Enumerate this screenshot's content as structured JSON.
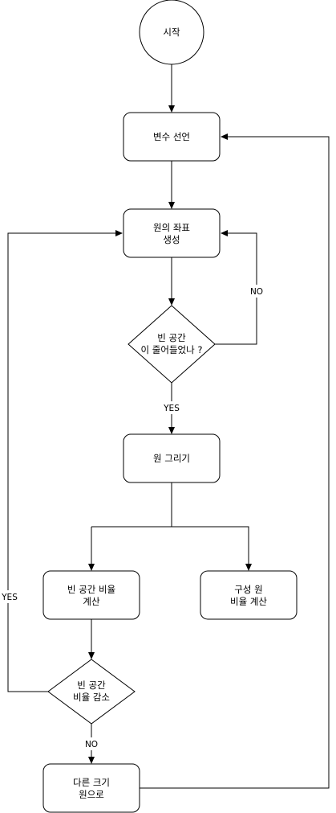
{
  "nodes": {
    "start": {
      "label": "시작"
    },
    "declare": {
      "label": "변수 선언"
    },
    "coords": {
      "line1": "원의 좌표",
      "line2": "생성"
    },
    "check_space": {
      "line1": "빈 공간",
      "line2": "이 줄어들었나 ?"
    },
    "draw": {
      "label": "원 그리기"
    },
    "space_ratio": {
      "line1": "빈 공간 비율",
      "line2": "계산"
    },
    "circle_ratio": {
      "line1": "구성 원",
      "line2": "비율 계산"
    },
    "check_ratio": {
      "line1": "빈 공간",
      "line2": "비율 감소"
    },
    "other_size": {
      "line1": "다른 크기",
      "line2": "원으로"
    }
  },
  "edges": {
    "no_coords": "NO",
    "yes_draw": "YES",
    "yes_coords": "YES",
    "no_other": "NO"
  },
  "colors": {
    "stroke": "#000000",
    "fill": "#ffffff",
    "text": "#000000"
  }
}
